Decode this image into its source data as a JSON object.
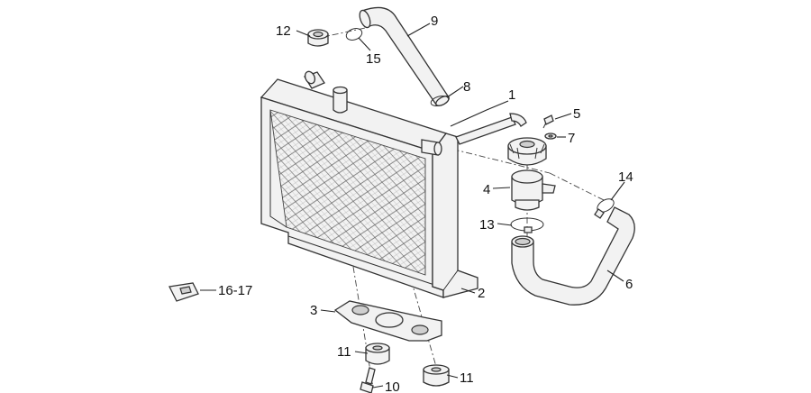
{
  "callouts": {
    "c1": "1",
    "c2": "2",
    "c3": "3",
    "c4": "4",
    "c5": "5",
    "c6": "6",
    "c7": "7",
    "c8": "8",
    "c9": "9",
    "c10": "10",
    "c11a": "11",
    "c11b": "11",
    "c12": "12",
    "c13": "13",
    "c14": "14",
    "c15": "15",
    "c16_17": "16-17"
  },
  "colors": {
    "line": "#333333",
    "fill": "#f2f2f2",
    "background": "#ffffff"
  }
}
